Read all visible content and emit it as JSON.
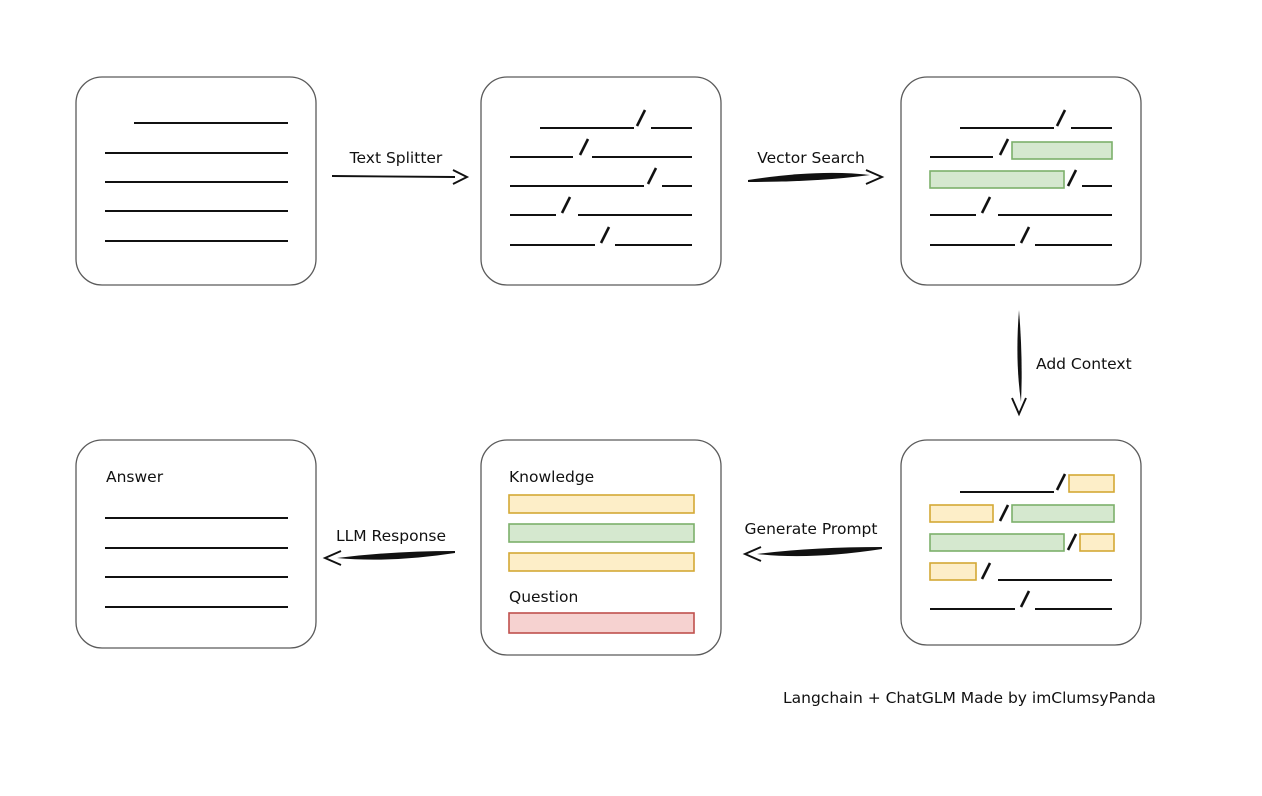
{
  "diagram": {
    "title_caption": "Langchain + ChatGLM Made by imClumsyPanda",
    "colors": {
      "background": "#ffffff",
      "box_stroke": "#5b5b5b",
      "line_stroke": "#111111",
      "yellow_fill": "#fdeec8",
      "yellow_stroke": "#d4a935",
      "green_fill": "#d5e8cf",
      "green_stroke": "#7cb06b",
      "red_fill": "#f6d2d0",
      "red_stroke": "#c0504d"
    },
    "nodes": [
      {
        "id": "source-document",
        "label": "",
        "kind": "document",
        "lines": 5
      },
      {
        "id": "split-document",
        "label": "",
        "kind": "split-document",
        "lines": 5
      },
      {
        "id": "vector-matched-document",
        "label": "",
        "kind": "split-document-highlighted",
        "lines": 5
      },
      {
        "id": "context-document",
        "label": "",
        "kind": "split-document-context",
        "lines": 5
      },
      {
        "id": "prompt-box",
        "label": "",
        "kind": "prompt",
        "knowledge_label": "Knowledge",
        "question_label": "Question",
        "knowledge_bars": [
          "yellow",
          "green",
          "yellow"
        ],
        "question_bars": [
          "red"
        ]
      },
      {
        "id": "answer-box",
        "label": "Answer",
        "kind": "answer",
        "lines": 4
      }
    ],
    "edges": [
      {
        "id": "edge-text-splitter",
        "label": "Text Splitter",
        "from": "source-document",
        "to": "split-document",
        "direction": "right"
      },
      {
        "id": "edge-vector-search",
        "label": "Vector Search",
        "from": "split-document",
        "to": "vector-matched-document",
        "direction": "right"
      },
      {
        "id": "edge-add-context",
        "label": "Add Context",
        "from": "vector-matched-document",
        "to": "context-document",
        "direction": "down"
      },
      {
        "id": "edge-generate-prompt",
        "label": "Generate Prompt",
        "from": "context-document",
        "to": "prompt-box",
        "direction": "left"
      },
      {
        "id": "edge-llm-response",
        "label": "LLM Response",
        "from": "prompt-box",
        "to": "answer-box",
        "direction": "left"
      }
    ]
  }
}
